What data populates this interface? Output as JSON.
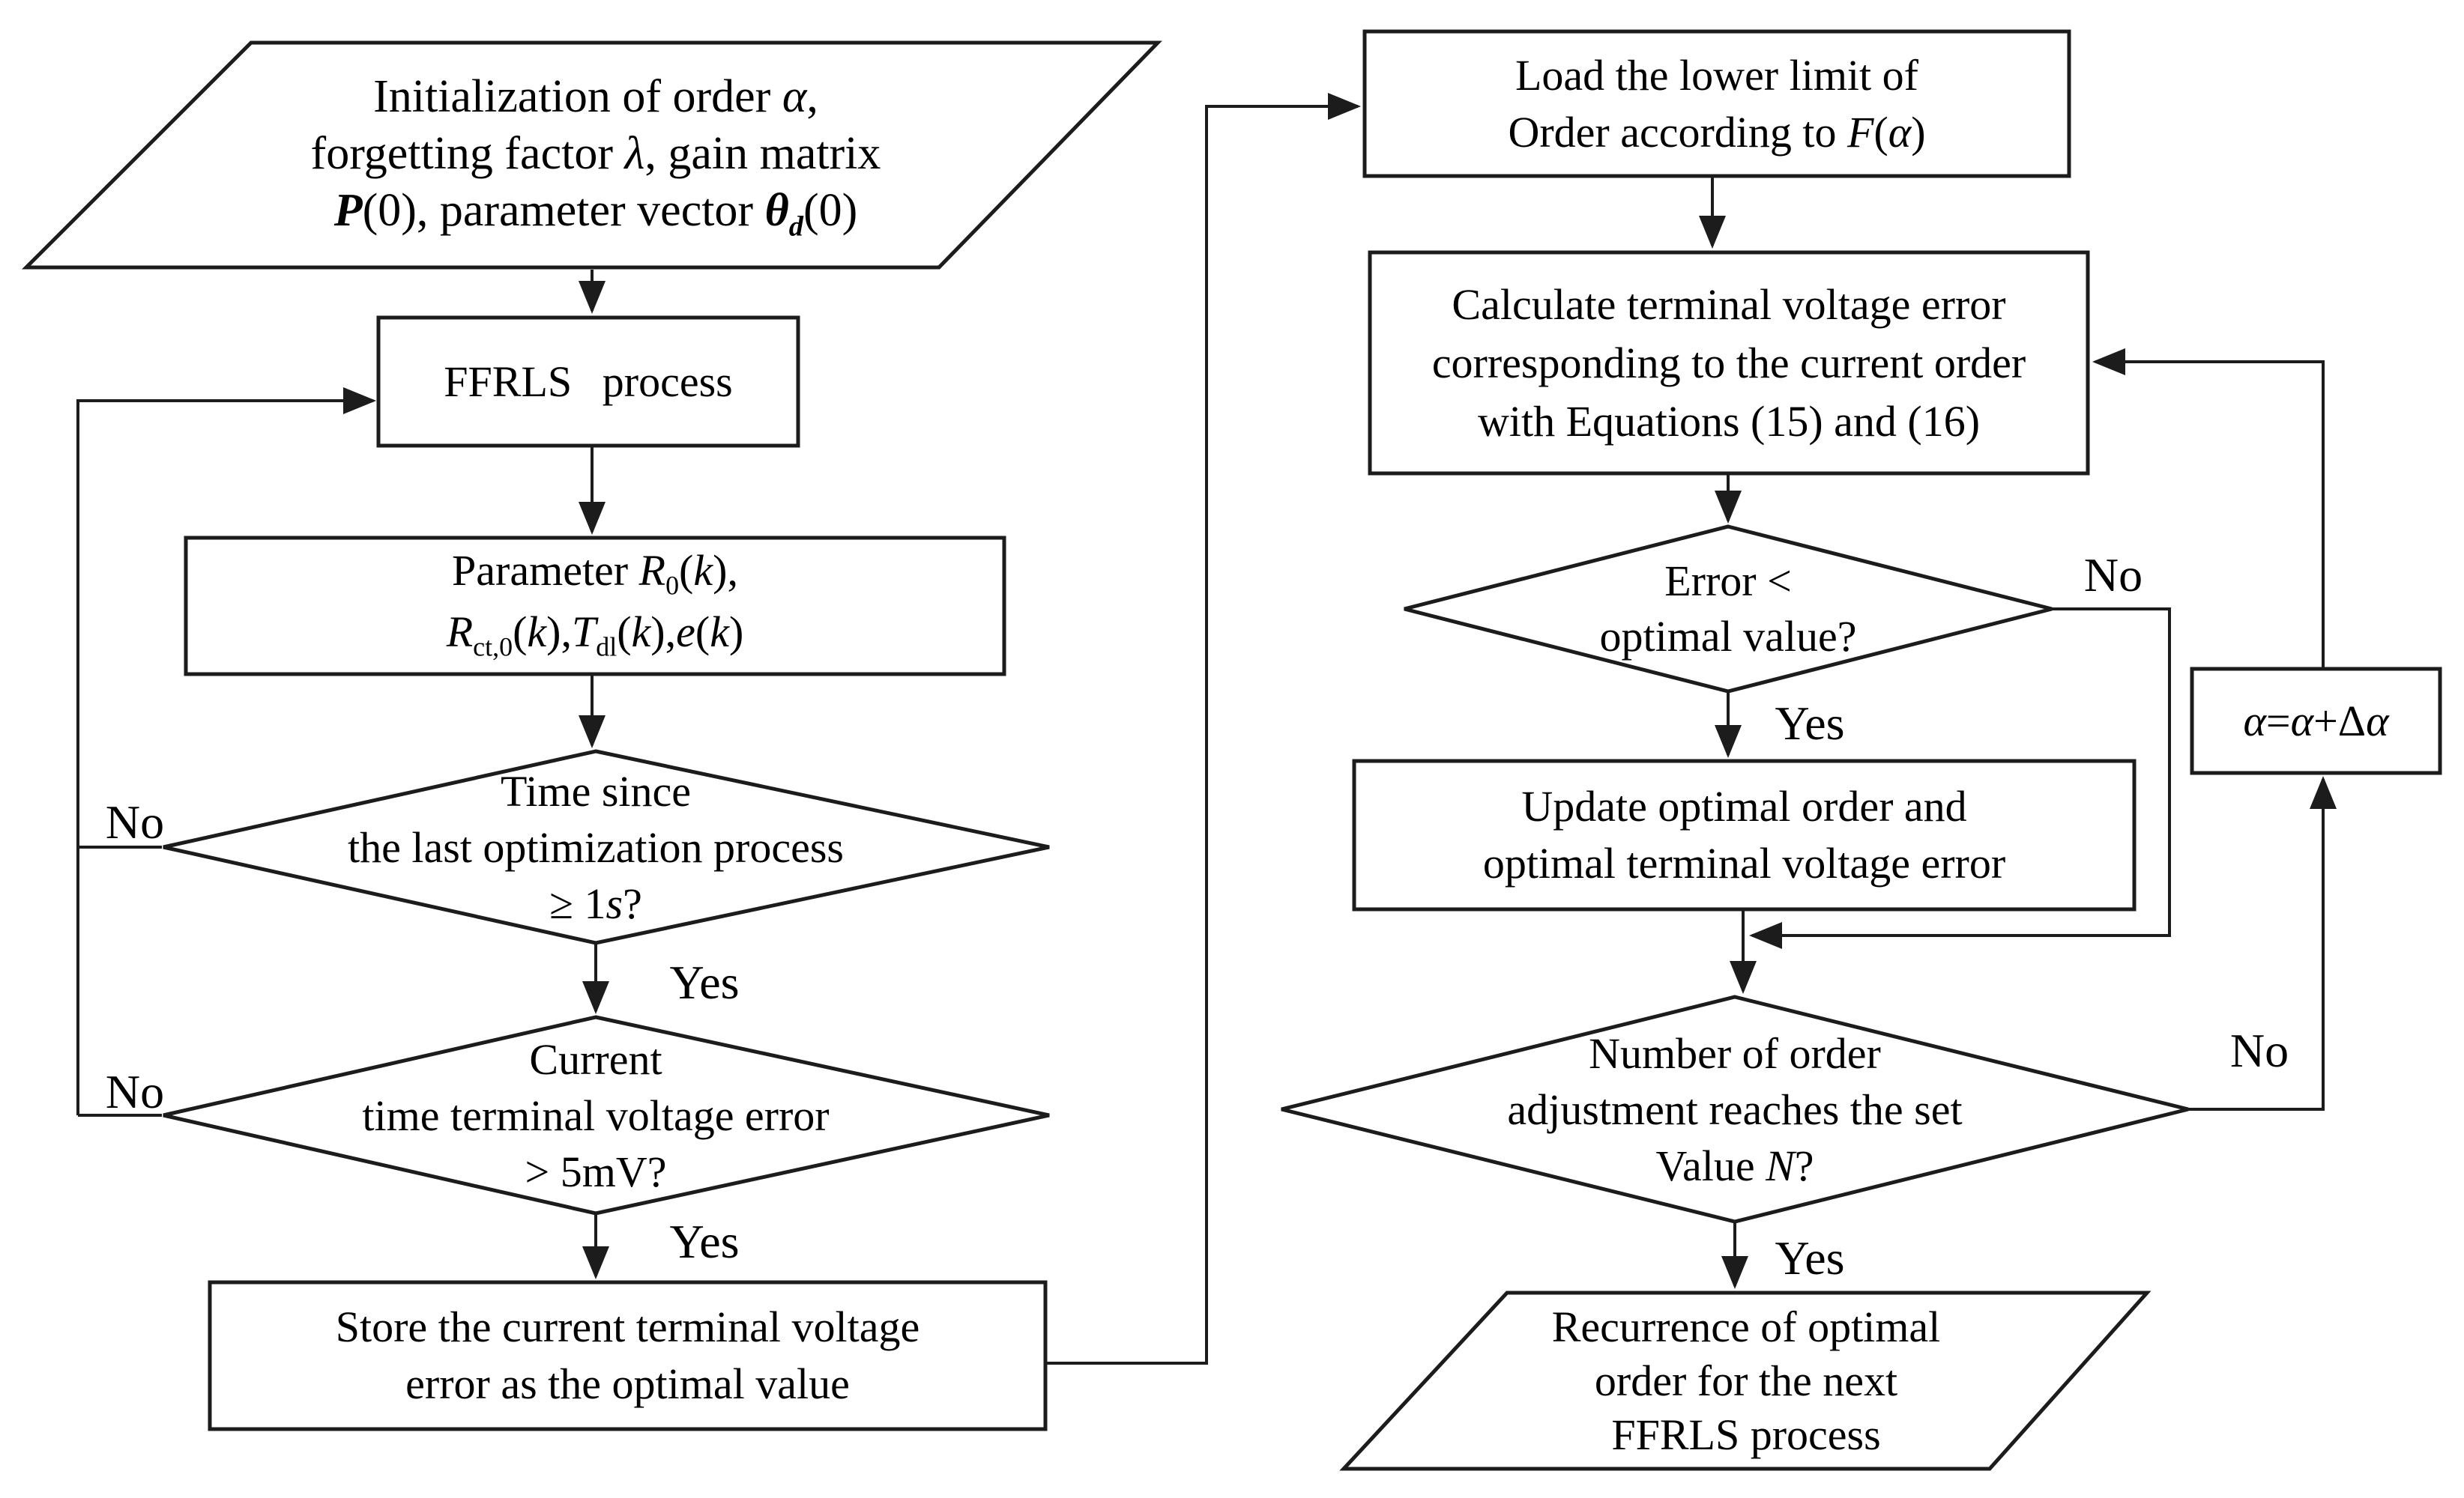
{
  "diagram": {
    "title": "Fractional-order FFRLS order-optimization flowchart",
    "colors": {
      "background": "#ffffff",
      "stroke": "#1c1c1c",
      "text": "#000000"
    },
    "nodes": {
      "init": {
        "type": "input-parallelogram",
        "lines": [
          "Initialization of order *α*,",
          "forgetting factor *λ*, gain matrix",
          "#P#(0), parameter vector #θ{d}#(0)"
        ]
      },
      "ffrls": {
        "type": "process",
        "lines": [
          "FFRLS process"
        ]
      },
      "param": {
        "type": "process",
        "lines": [
          "Parameter *R*{0}(*k*),",
          "*R*{ct,0}(*k*),*T*{dl}(*k*),*e*(*k*)"
        ]
      },
      "d1": {
        "type": "decision",
        "lines": [
          "Time since",
          "the last optimization process",
          "≥ 1*s*?"
        ]
      },
      "d2": {
        "type": "decision",
        "lines": [
          "Current",
          "time terminal voltage error",
          "> 5mV?"
        ]
      },
      "store": {
        "type": "process",
        "lines": [
          "Store the current terminal voltage",
          "error as the optimal value"
        ]
      },
      "load": {
        "type": "process",
        "lines": [
          "Load the lower limit of",
          "Order according to *F*(*α*)"
        ]
      },
      "calc": {
        "type": "process",
        "lines": [
          "Calculate terminal voltage error",
          "corresponding to the current order",
          "with Equations (15) and (16)"
        ]
      },
      "errd": {
        "type": "decision",
        "lines": [
          "Error <",
          "optimal value?"
        ]
      },
      "upd": {
        "type": "process",
        "lines": [
          "Update optimal order and",
          "optimal terminal voltage error"
        ]
      },
      "numd": {
        "type": "decision",
        "lines": [
          "Number of order",
          "adjustment reaches the set",
          "Value *N*?"
        ]
      },
      "rec": {
        "type": "output-parallelogram",
        "lines": [
          "Recurrence of optimal",
          "order for the next",
          "FFRLS process"
        ]
      },
      "alpha": {
        "type": "process",
        "lines": [
          "*α*=*α*+Δ*α*"
        ]
      }
    },
    "edge_labels": {
      "d1_no": "No",
      "d1_yes": "Yes",
      "d2_no": "No",
      "d2_yes": "Yes",
      "err_no": "No",
      "err_yes": "Yes",
      "num_no": "No",
      "num_yes": "Yes"
    }
  }
}
